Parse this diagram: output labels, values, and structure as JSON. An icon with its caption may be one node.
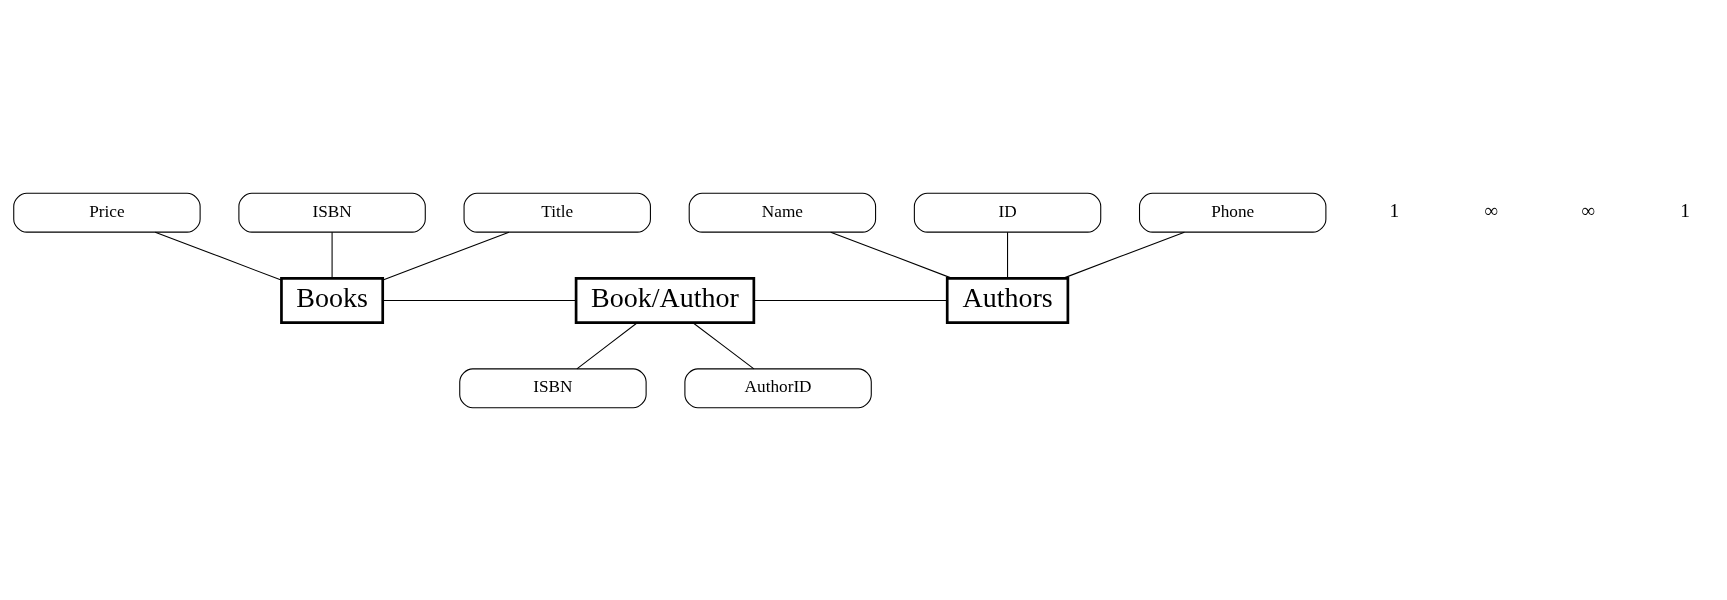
{
  "diagram": {
    "nodes": [
      {
        "text": [
          "Price"
        ]
      },
      {
        "text": [
          "Name"
        ]
      },
      {
        "text": [
          "ISBN"
        ]
      },
      {
        "text": [
          "Title"
        ]
      },
      {
        "text": [
          "ID"
        ]
      },
      {
        "text": [
          "Phone"
        ]
      },
      {
        "text": [
          "Books"
        ]
      },
      {
        "text": [
          "Book/Author"
        ]
      },
      {
        "text": [
          "Authors"
        ]
      },
      {
        "text": [
          "ISBN"
        ]
      },
      {
        "text": [
          "AuthorID"
        ]
      }
    ],
    "edges": [
      {
        "from": 0,
        "to": 6,
        "arrow": "none"
      },
      {
        "from": 2,
        "to": 6,
        "arrow": "none"
      },
      {
        "from": 3,
        "to": 6,
        "arrow": "none"
      },
      {
        "from": 1,
        "to": 8,
        "arrow": "none"
      },
      {
        "from": 4,
        "to": 8,
        "arrow": "none"
      },
      {
        "from": 5,
        "to": 8,
        "arrow": "none"
      },
      {
        "from": 6,
        "to": 7,
        "arrow": "none"
      },
      {
        "from": 7,
        "to": 8,
        "arrow": "none"
      },
      {
        "from": 7,
        "to": 9,
        "arrow": "none"
      },
      {
        "from": 7,
        "to": 10,
        "arrow": "none"
      }
    ],
    "labels": [
      "1",
      "∞",
      "∞",
      "1"
    ]
  }
}
